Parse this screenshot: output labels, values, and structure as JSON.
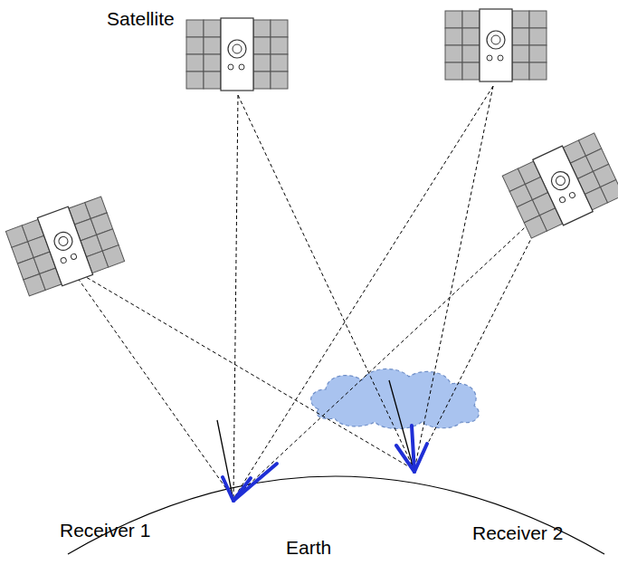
{
  "diagram": {
    "labels": [
      "Satellite",
      "Receiver 1",
      "Receiver 2",
      "Earth"
    ]
  }
}
